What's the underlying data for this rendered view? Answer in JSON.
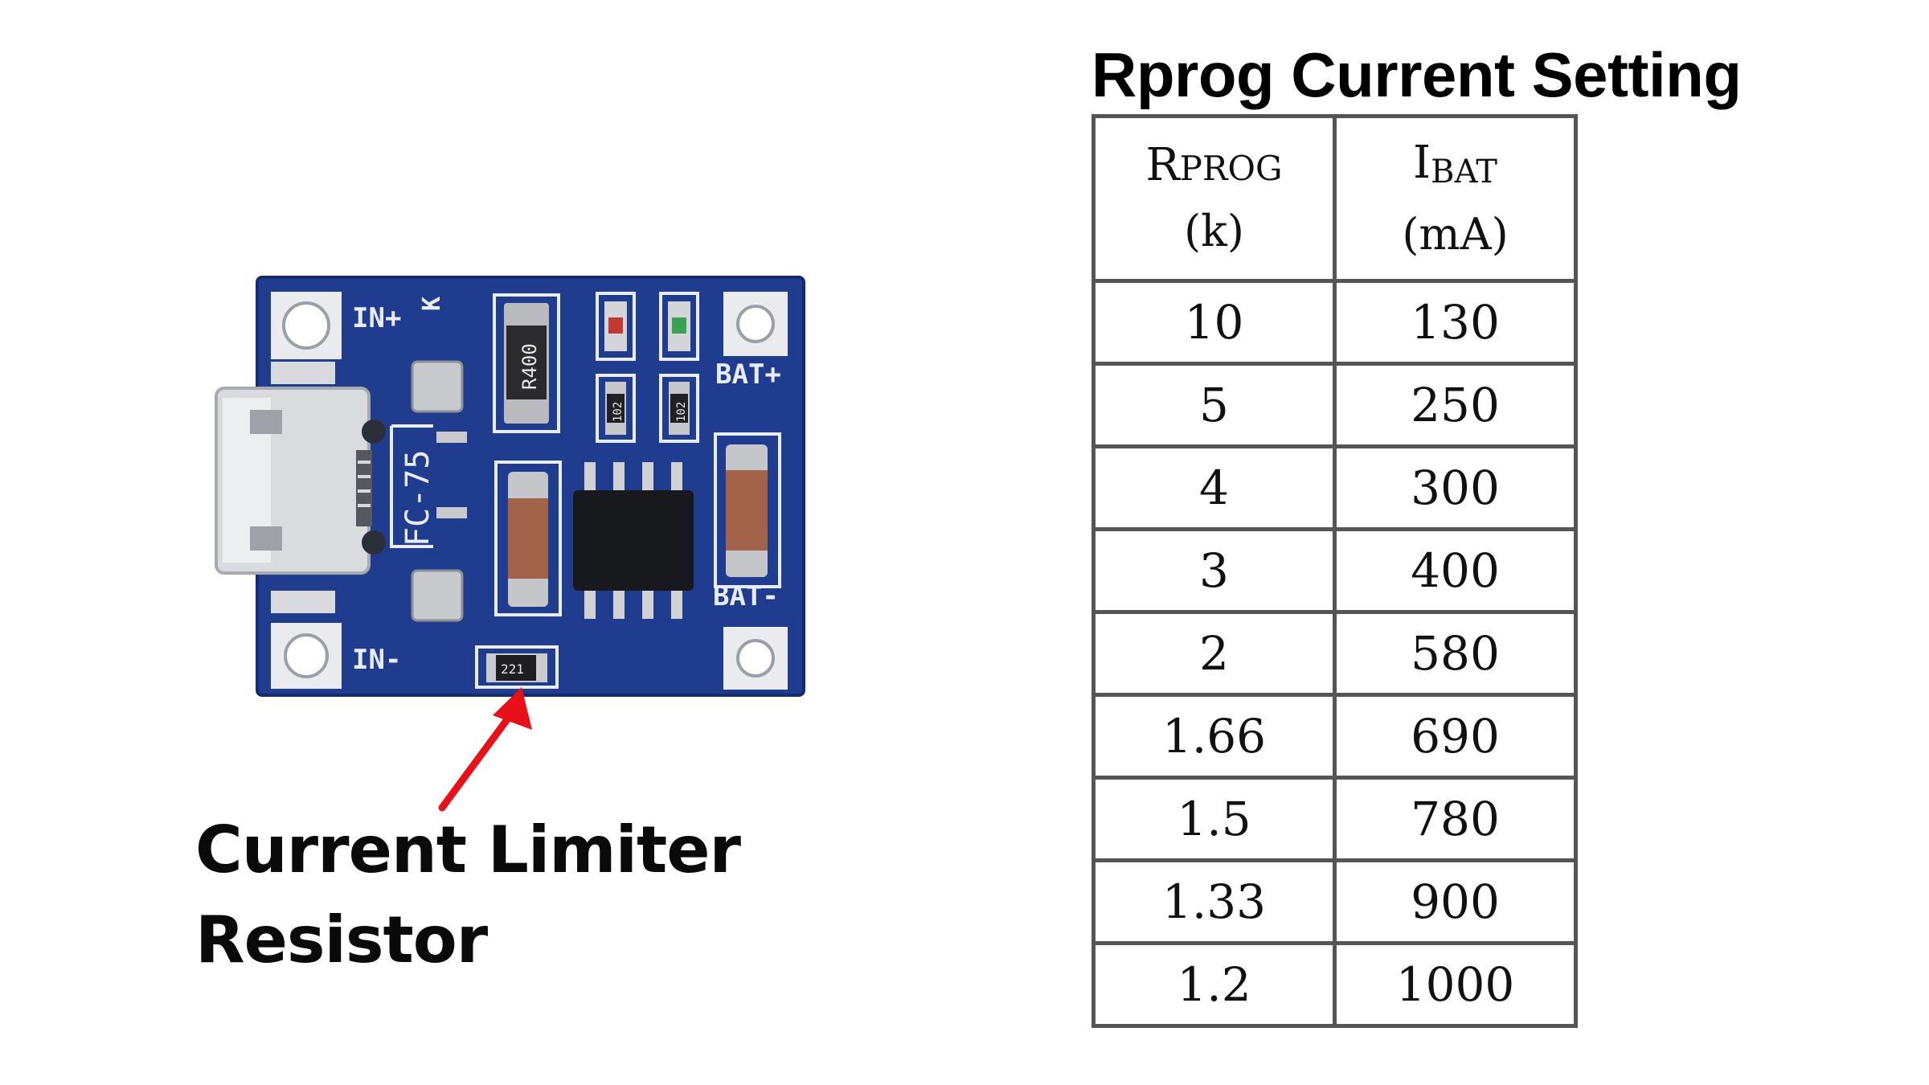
{
  "board": {
    "silkscreen": {
      "in_plus": "IN+",
      "in_minus": "IN-",
      "bat_plus": "BAT+",
      "bat_minus": "BAT-",
      "model": "FC-75",
      "k": "K",
      "r_sense": "R400",
      "r_led1": "102",
      "r_led2": "102",
      "r_prog": "221"
    },
    "colors": {
      "pcb": "#1f3c8e",
      "silk": "#e8ecf6",
      "arrow": "#e8111b"
    }
  },
  "caption": {
    "line1": "Current Limiter",
    "line2": "Resistor"
  },
  "table": {
    "title": "Rprog Current Setting",
    "header": {
      "col1_main_first": "R",
      "col1_main_rest": "PROG",
      "col1_unit": "(k)",
      "col2_main_first": "I",
      "col2_sub": "BAT",
      "col2_unit": "(mA)"
    },
    "rows": [
      {
        "rprog": "10",
        "ibat": "130"
      },
      {
        "rprog": "5",
        "ibat": "250"
      },
      {
        "rprog": "4",
        "ibat": "300"
      },
      {
        "rprog": "3",
        "ibat": "400"
      },
      {
        "rprog": "2",
        "ibat": "580"
      },
      {
        "rprog": "1.66",
        "ibat": "690"
      },
      {
        "rprog": "1.5",
        "ibat": "780"
      },
      {
        "rprog": "1.33",
        "ibat": "900"
      },
      {
        "rprog": "1.2",
        "ibat": "1000"
      }
    ]
  }
}
